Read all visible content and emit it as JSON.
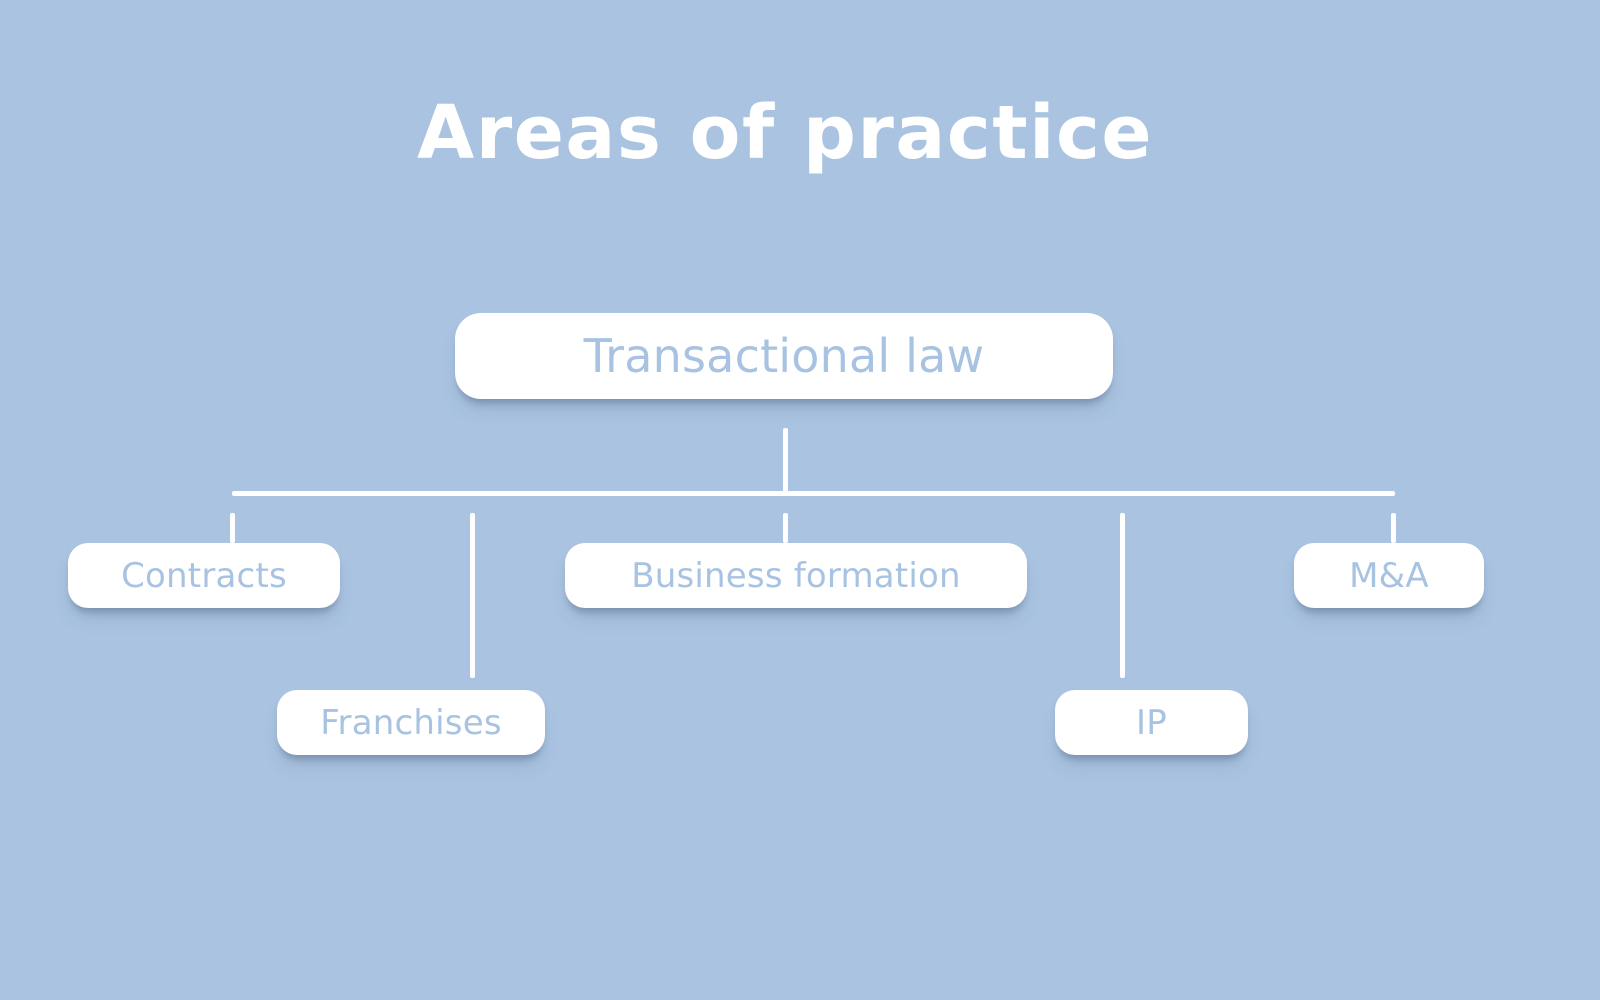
{
  "title": "Areas of practice",
  "colors": {
    "background": "#a9c3e1",
    "node_fill": "#ffffff",
    "node_text": "#a8c3e2",
    "title_text": "#ffffff",
    "connector": "#ffffff",
    "shadow": "#5e748f"
  },
  "chart_data": {
    "type": "diagram",
    "diagram_kind": "organization-tree",
    "title": "Areas of practice",
    "root": "Transactional law",
    "nodes": [
      {
        "id": "root",
        "label": "Transactional law",
        "level": 0
      },
      {
        "id": "contracts",
        "label": "Contracts",
        "level": 1
      },
      {
        "id": "franchises",
        "label": "Franchises",
        "level": 1
      },
      {
        "id": "business_formation",
        "label": "Business formation",
        "level": 1
      },
      {
        "id": "ip",
        "label": "IP",
        "level": 1
      },
      {
        "id": "ma",
        "label": "M&A",
        "level": 1
      }
    ],
    "edges": [
      {
        "from": "root",
        "to": "contracts"
      },
      {
        "from": "root",
        "to": "franchises"
      },
      {
        "from": "root",
        "to": "business_formation"
      },
      {
        "from": "root",
        "to": "ip"
      },
      {
        "from": "root",
        "to": "ma"
      }
    ]
  },
  "tree": {
    "root": {
      "label": "Transactional law"
    },
    "children": [
      {
        "label": "Contracts"
      },
      {
        "label": "Franchises"
      },
      {
        "label": "Business formation"
      },
      {
        "label": "IP"
      },
      {
        "label": "M&A"
      }
    ]
  }
}
